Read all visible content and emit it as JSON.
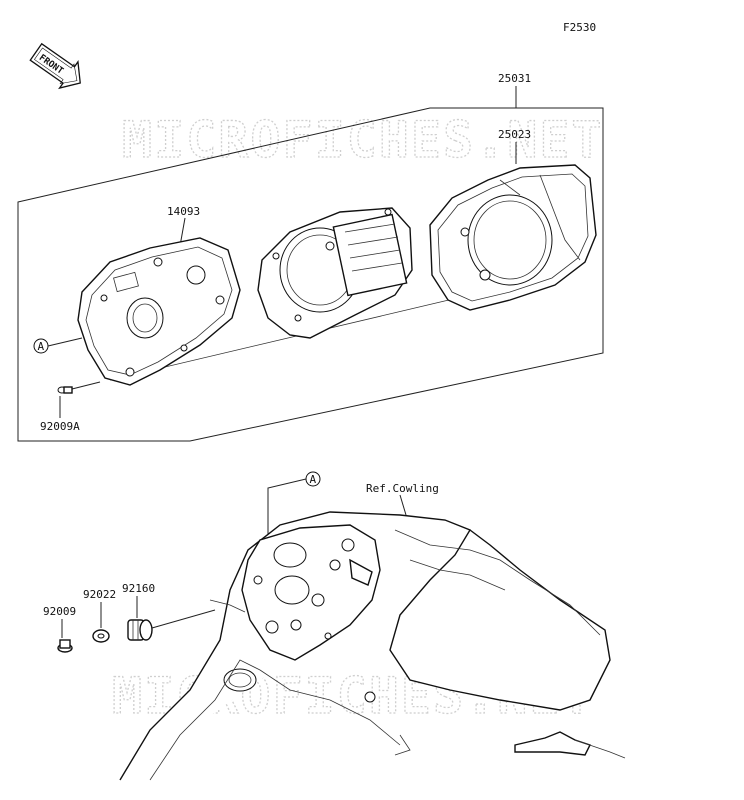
{
  "figure_code": "F2530",
  "front_label": "FRONT",
  "callout_a": "A",
  "parts": {
    "p25031": "25031",
    "p25023": "25023",
    "p14093": "14093",
    "p92009A": "92009A",
    "p92009": "92009",
    "p92022": "92022",
    "p92160": "92160"
  },
  "ref_label": "Ref.Cowling",
  "watermark": "MICROFICHES.NET"
}
